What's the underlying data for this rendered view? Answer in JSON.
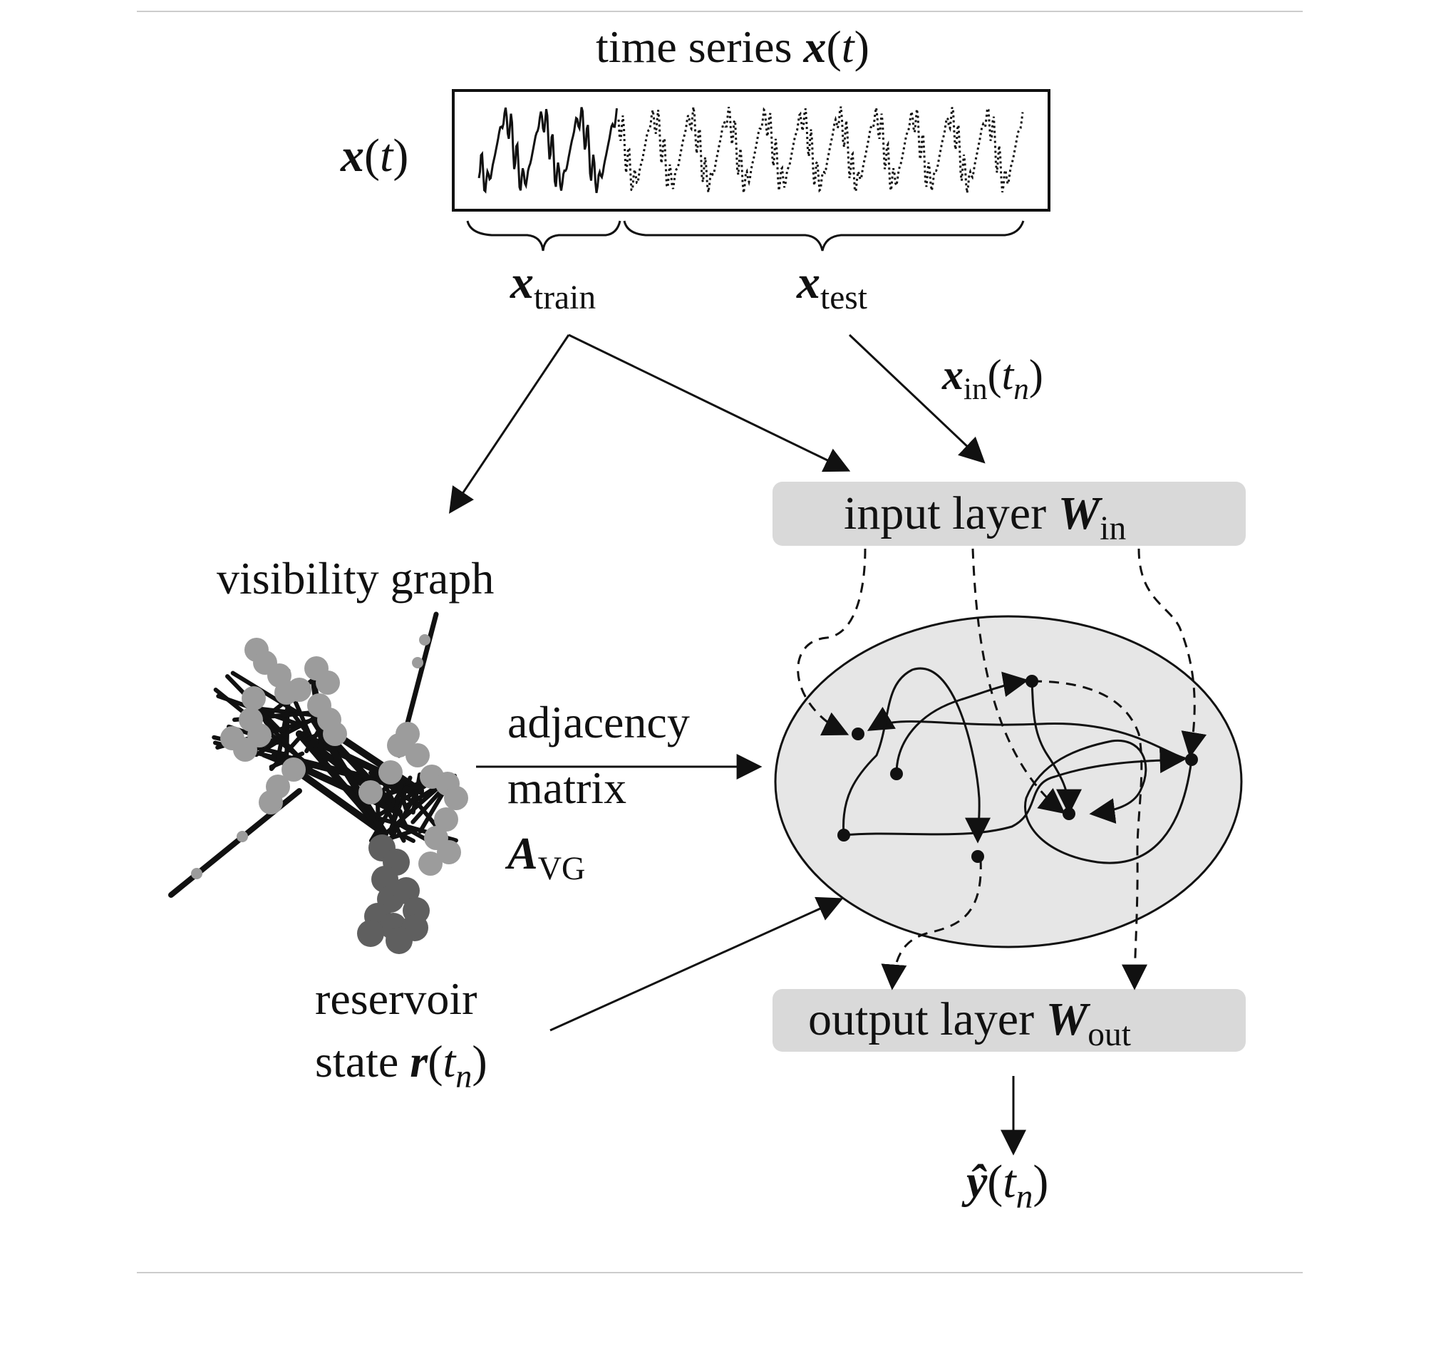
{
  "top_title": {
    "text": "time series",
    "var": "x",
    "paren_open": "(",
    "arg": "t",
    "paren_close": ")"
  },
  "ts_axis_label": {
    "var": "x",
    "paren_open": "(",
    "arg": "t",
    "paren_close": ")"
  },
  "train_label": {
    "var": "x",
    "sub": "train"
  },
  "test_label": {
    "var": "x",
    "sub": "test"
  },
  "xin_label": {
    "var": "x",
    "sub": "in",
    "paren_open": "(",
    "arg": "t",
    "arg_sub": "n",
    "paren_close": ")"
  },
  "input_layer": {
    "text": "input layer",
    "var": "W",
    "sub": "in"
  },
  "output_layer": {
    "text": "output layer",
    "var": "W",
    "sub": "out"
  },
  "visibility_graph": {
    "text": "visibility graph"
  },
  "adjacency": {
    "line1": "adjacency",
    "line2": "matrix",
    "var": "A",
    "sub": "VG"
  },
  "reservoir": {
    "line1": "reservoir",
    "line2": "state",
    "var": "r",
    "paren_open": "(",
    "arg": "t",
    "arg_sub": "n",
    "paren_close": ")"
  },
  "prediction": {
    "var": "ŷ",
    "paren_open": "(",
    "arg": "t",
    "arg_sub": "n",
    "paren_close": ")"
  },
  "colors": {
    "box_fill": "#d9d9d9",
    "ellipse_fill": "#e6e6e6",
    "line": "#111111",
    "rule": "#cccccc"
  }
}
